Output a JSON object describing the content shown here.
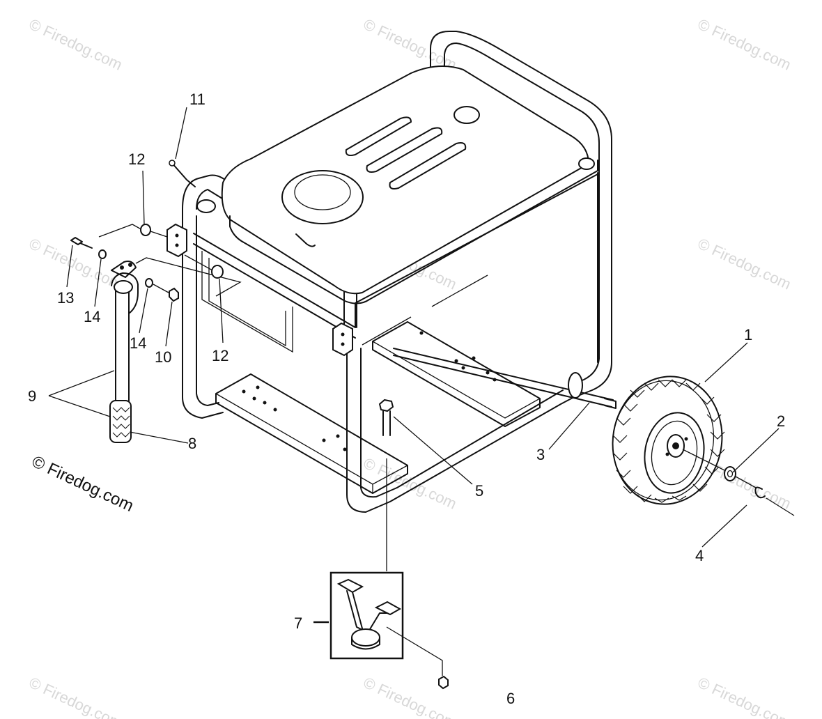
{
  "watermark": {
    "text": "© Firedog.com",
    "color": "#d8d8d8"
  },
  "credit": {
    "text": "© Firedog.com"
  },
  "callouts": [
    {
      "id": "1",
      "label": "1"
    },
    {
      "id": "2",
      "label": "2"
    },
    {
      "id": "3",
      "label": "3"
    },
    {
      "id": "4",
      "label": "4"
    },
    {
      "id": "5",
      "label": "5"
    },
    {
      "id": "6",
      "label": "6"
    },
    {
      "id": "7",
      "label": "7"
    },
    {
      "id": "8",
      "label": "8"
    },
    {
      "id": "9",
      "label": "9"
    },
    {
      "id": "10",
      "label": "10"
    },
    {
      "id": "11",
      "label": "11"
    },
    {
      "id": "12a",
      "label": "12"
    },
    {
      "id": "12b",
      "label": "12"
    },
    {
      "id": "13",
      "label": "13"
    },
    {
      "id": "14a",
      "label": "14"
    },
    {
      "id": "14b",
      "label": "14"
    }
  ]
}
